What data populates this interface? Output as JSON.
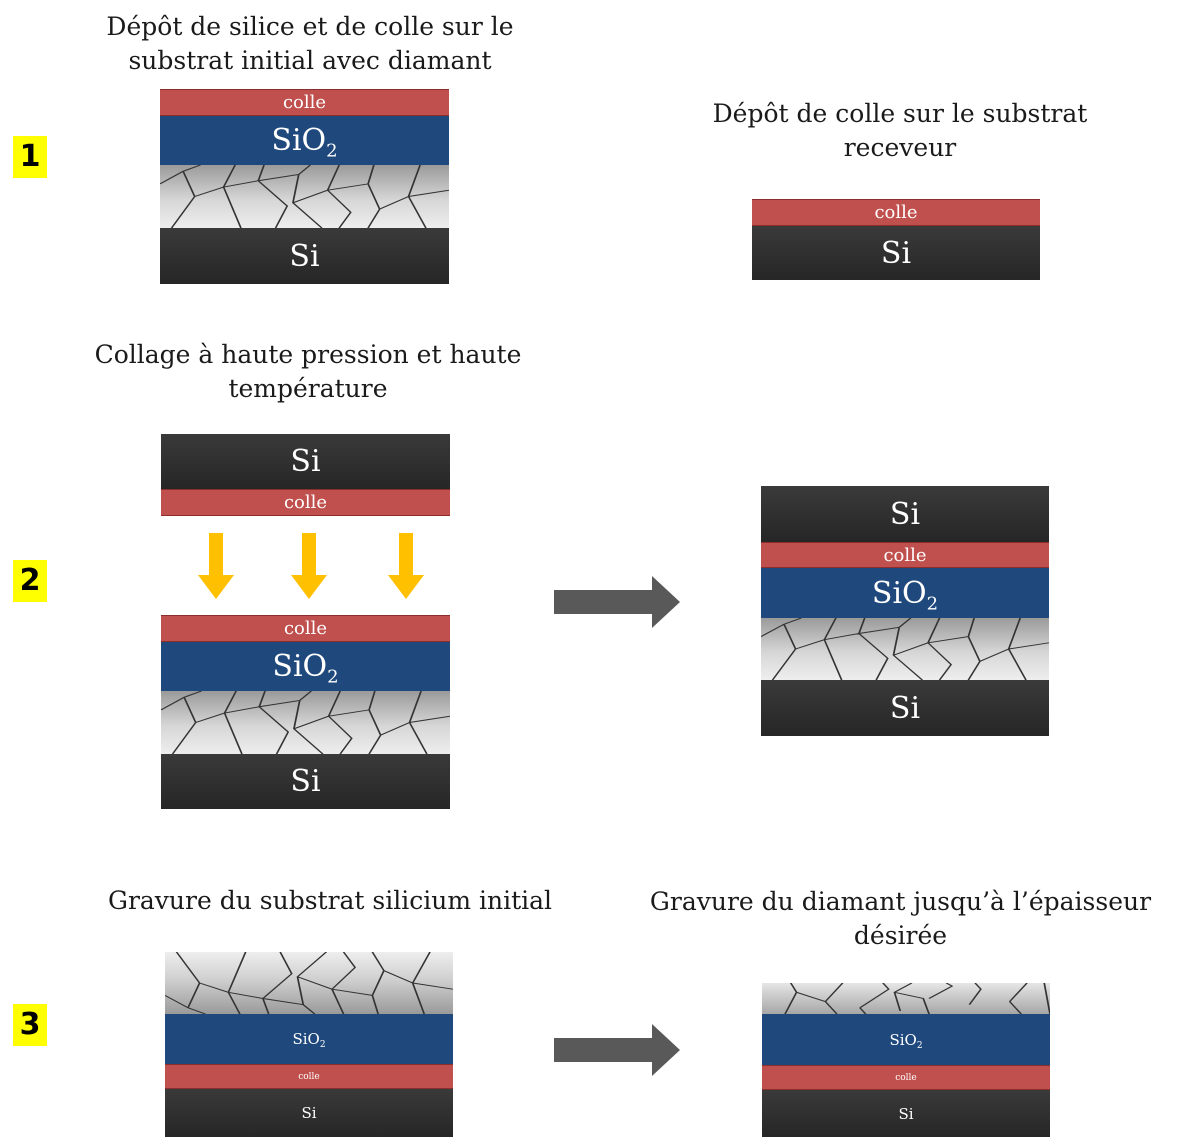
{
  "steps": [
    {
      "number": "1"
    },
    {
      "number": "2"
    },
    {
      "number": "3"
    }
  ],
  "captions": {
    "step1_left_line1": "Dépôt de silice et de colle sur le",
    "step1_left_line2": "substrat initial avec diamant",
    "step1_right_line1": "Dépôt de colle sur le substrat",
    "step1_right_line2": "receveur",
    "step2_line1": "Collage à haute pression et haute",
    "step2_line2": "température",
    "step3_left": "Gravure du substrat silicium initial",
    "step3_right_line1": "Gravure du diamant jusqu’à l’épaisseur",
    "step3_right_line2": "désirée"
  },
  "layers": {
    "si": "Si",
    "colle": "colle",
    "sio2_base": "SiO",
    "sio2_sub": "2"
  },
  "colors": {
    "badge": "#ffff00",
    "colle": "#c0504d",
    "sio2": "#1f497d",
    "si": "#262626",
    "press_arrow": "#ffc000",
    "process_arrow": "#595959"
  },
  "icons": {
    "press_arrow": "arrow-down",
    "process_arrow": "arrow-right"
  }
}
